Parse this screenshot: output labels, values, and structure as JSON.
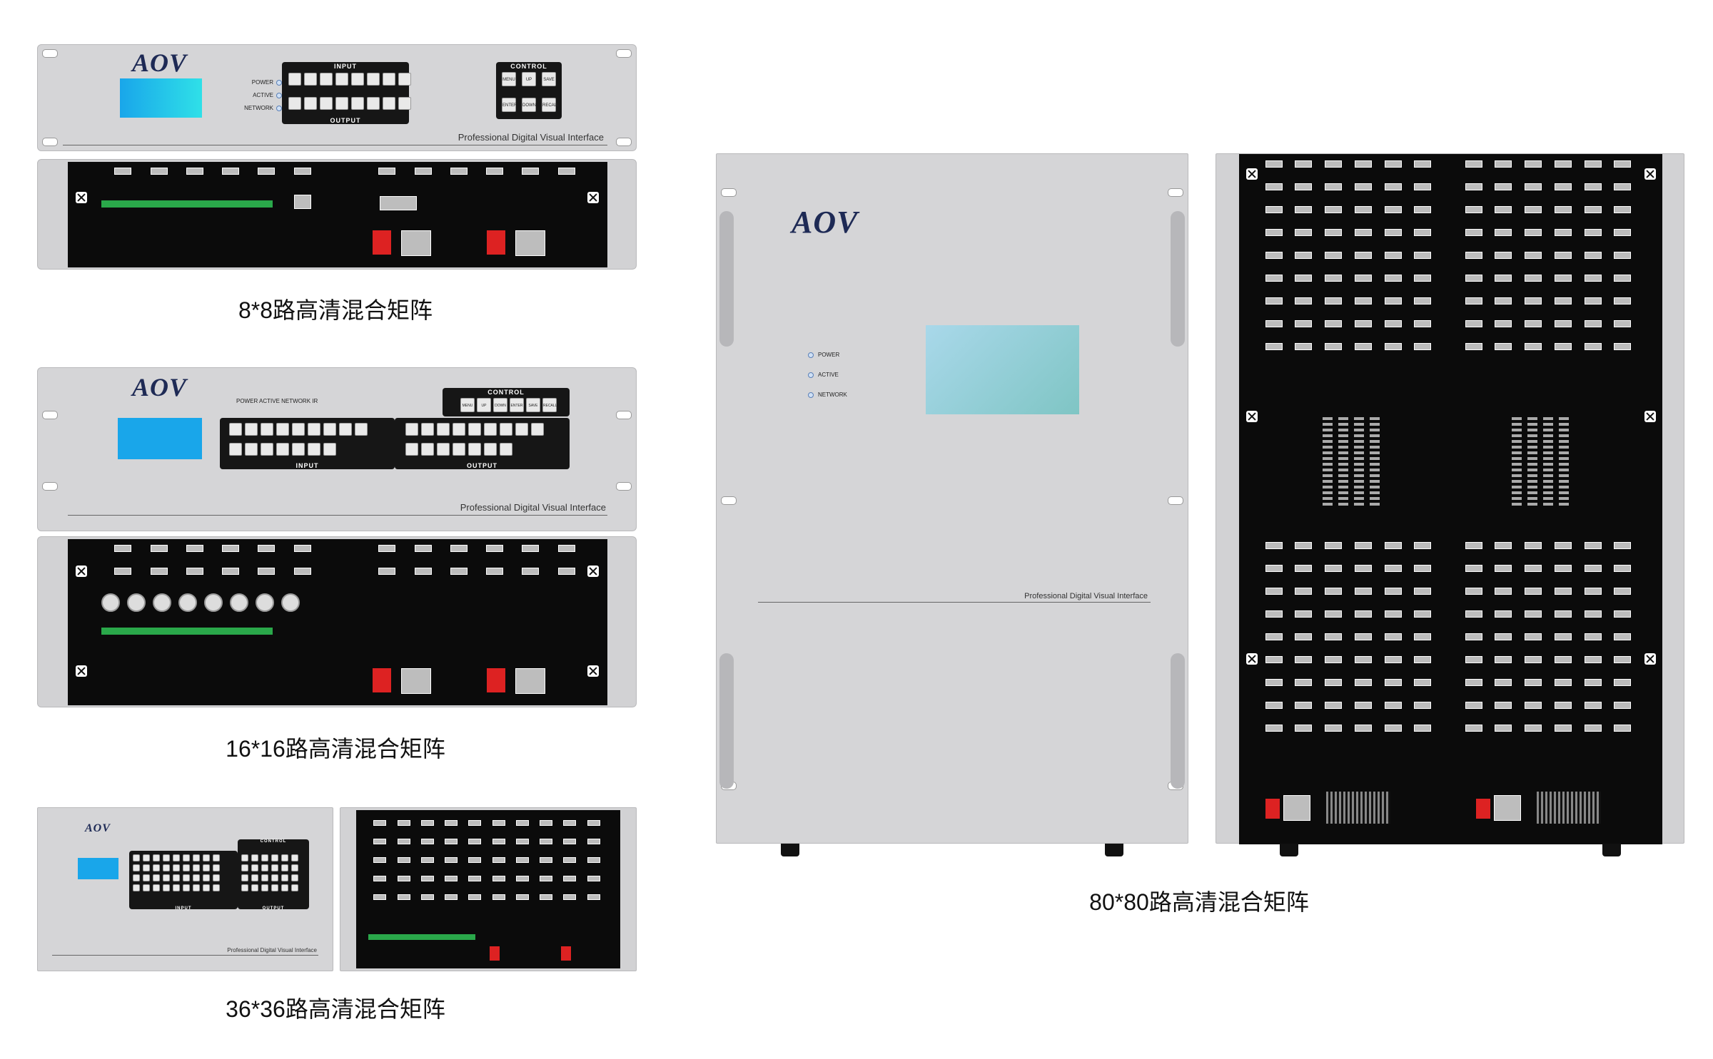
{
  "brand": {
    "logo": "AOV"
  },
  "panel_text": {
    "slogan": "Professional Digital Visual Interface",
    "input_label": "INPUT",
    "output_label": "OUTPUT",
    "control_label": "CONTROL",
    "power_label": "POWER",
    "active_label": "ACTIVE",
    "network_label": "NETWORK",
    "ir_label": "IR"
  },
  "control_keys_8": [
    "MENU",
    "UP",
    "SAVE",
    "ENTER",
    "DOWN",
    "RECALL"
  ],
  "control_keys_16": [
    "MENU",
    "UP",
    "DOWN",
    "ENTER",
    "SAVE",
    "RECALL"
  ],
  "products": [
    {
      "caption": "8*8路高清混合矩阵"
    },
    {
      "caption": "16*16路高清混合矩阵"
    },
    {
      "caption": "36*36路高清混合矩阵"
    },
    {
      "caption": "80*80路高清混合矩阵"
    }
  ],
  "colors": {
    "lcd_blue": "#19a6ea",
    "lcd_cyan": "#2fd6ea",
    "chassis_gray": "#d5d5d7",
    "rear_black": "#0b0b0b"
  }
}
